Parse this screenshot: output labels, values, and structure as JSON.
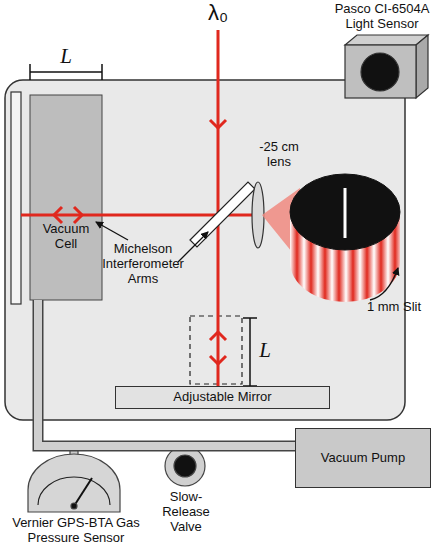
{
  "diagram": {
    "nodes": [
      {
        "text": [
          "Vacuum Cell"
        ]
      },
      {
        "text": [
          "Adjustable Mirror"
        ]
      },
      {
        "text": [
          "Vacuum Pump"
        ]
      }
    ],
    "edges": [
      {
        "from": 0,
        "to": 2,
        "arrow": "none"
      }
    ],
    "labels": [
      "λ₀",
      "L",
      "L",
      "-25 cm lens",
      "Pasco CI-6504A Light Sensor",
      "1 mm Slit",
      "Michelson Interferometer Arms",
      "Vernier GPS-BTA Gas Pressure Sensor",
      "Slow-Release Valve"
    ]
  }
}
